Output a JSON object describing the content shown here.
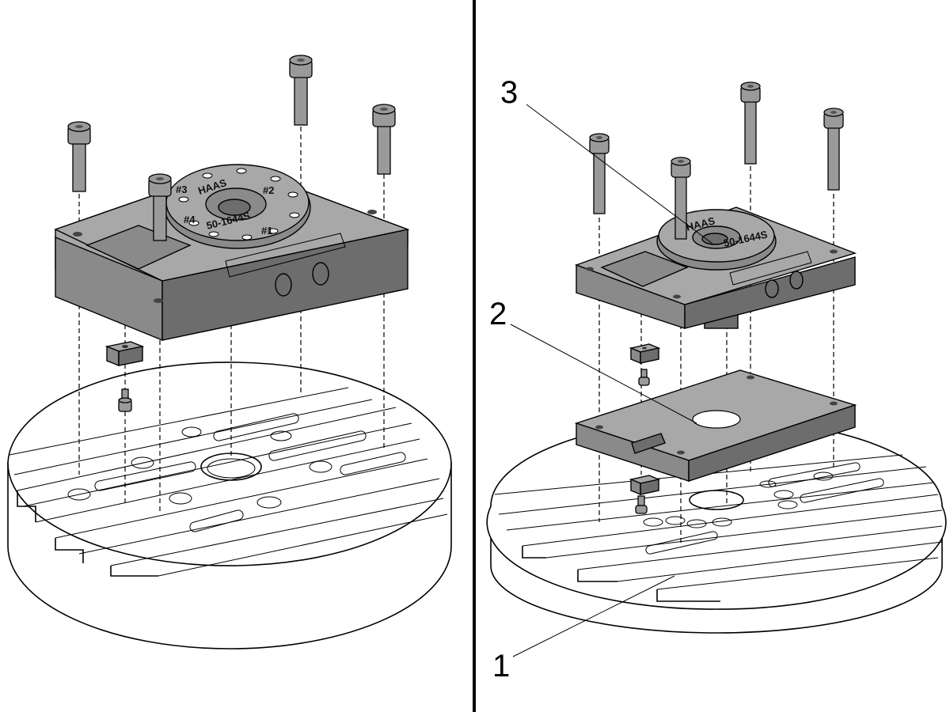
{
  "figure": {
    "divider_color": "#000000",
    "part_fill": "#8a8a8a",
    "table_fill": "#ffffff"
  },
  "left_panel": {
    "plate_engraving": {
      "brand": "HAAS",
      "part_number": "50-1644S",
      "hole_labels": [
        "#1",
        "#2",
        "#3",
        "#4"
      ]
    }
  },
  "right_panel": {
    "plate_engraving": {
      "brand": "HAAS",
      "part_number": "50-1644S"
    },
    "callouts": [
      {
        "label": "1"
      },
      {
        "label": "2"
      },
      {
        "label": "3"
      }
    ]
  }
}
